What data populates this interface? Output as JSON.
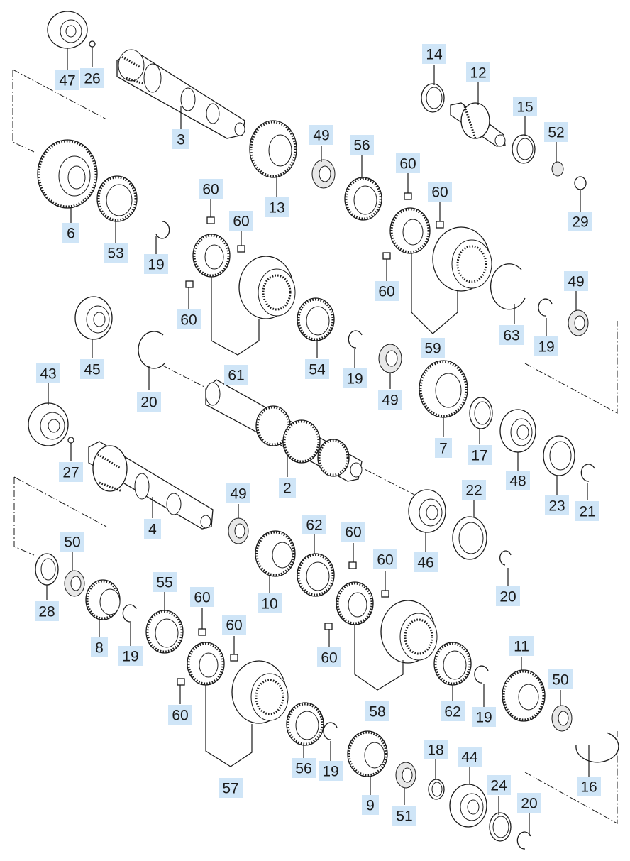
{
  "diagram": {
    "callouts": [
      {
        "id": "c47a",
        "label": "47"
      },
      {
        "id": "c26",
        "label": "26"
      },
      {
        "id": "c3",
        "label": "3"
      },
      {
        "id": "c14",
        "label": "14"
      },
      {
        "id": "c12",
        "label": "12"
      },
      {
        "id": "c15",
        "label": "15"
      },
      {
        "id": "c52",
        "label": "52"
      },
      {
        "id": "c29",
        "label": "29"
      },
      {
        "id": "c13",
        "label": "13"
      },
      {
        "id": "c49a",
        "label": "49"
      },
      {
        "id": "c56a",
        "label": "56"
      },
      {
        "id": "c60a",
        "label": "60"
      },
      {
        "id": "c60b",
        "label": "60"
      },
      {
        "id": "c6",
        "label": "6"
      },
      {
        "id": "c53",
        "label": "53"
      },
      {
        "id": "c19a",
        "label": "19"
      },
      {
        "id": "c60c",
        "label": "60"
      },
      {
        "id": "c60d",
        "label": "60"
      },
      {
        "id": "c60e",
        "label": "60"
      },
      {
        "id": "c60f",
        "label": "60"
      },
      {
        "id": "c49b",
        "label": "49"
      },
      {
        "id": "c63",
        "label": "63"
      },
      {
        "id": "c19b",
        "label": "19"
      },
      {
        "id": "c59",
        "label": "59"
      },
      {
        "id": "c45",
        "label": "45"
      },
      {
        "id": "c54",
        "label": "54"
      },
      {
        "id": "c19c",
        "label": "19"
      },
      {
        "id": "c61",
        "label": "61"
      },
      {
        "id": "c20a",
        "label": "20"
      },
      {
        "id": "c49c",
        "label": "49"
      },
      {
        "id": "c43",
        "label": "43"
      },
      {
        "id": "c7",
        "label": "7"
      },
      {
        "id": "c17",
        "label": "17"
      },
      {
        "id": "c48",
        "label": "48"
      },
      {
        "id": "c23",
        "label": "23"
      },
      {
        "id": "c21",
        "label": "21"
      },
      {
        "id": "c27",
        "label": "27"
      },
      {
        "id": "c2",
        "label": "2"
      },
      {
        "id": "c22",
        "label": "22"
      },
      {
        "id": "c4",
        "label": "4"
      },
      {
        "id": "c49d",
        "label": "49"
      },
      {
        "id": "c62a",
        "label": "62"
      },
      {
        "id": "c60g",
        "label": "60"
      },
      {
        "id": "c46",
        "label": "46"
      },
      {
        "id": "c50a",
        "label": "50"
      },
      {
        "id": "c60h",
        "label": "60"
      },
      {
        "id": "c10",
        "label": "10"
      },
      {
        "id": "c20b",
        "label": "20"
      },
      {
        "id": "c28",
        "label": "28"
      },
      {
        "id": "c55",
        "label": "55"
      },
      {
        "id": "c60i",
        "label": "60"
      },
      {
        "id": "c8",
        "label": "8"
      },
      {
        "id": "c19d",
        "label": "19"
      },
      {
        "id": "c60j",
        "label": "60"
      },
      {
        "id": "c60k",
        "label": "60"
      },
      {
        "id": "c11",
        "label": "11"
      },
      {
        "id": "c50b",
        "label": "50"
      },
      {
        "id": "c60l",
        "label": "60"
      },
      {
        "id": "c58",
        "label": "58"
      },
      {
        "id": "c62b",
        "label": "62"
      },
      {
        "id": "c19e",
        "label": "19"
      },
      {
        "id": "c18",
        "label": "18"
      },
      {
        "id": "c44",
        "label": "44"
      },
      {
        "id": "c56b",
        "label": "56"
      },
      {
        "id": "c19f",
        "label": "19"
      },
      {
        "id": "c16",
        "label": "16"
      },
      {
        "id": "c57",
        "label": "57"
      },
      {
        "id": "c9",
        "label": "9"
      },
      {
        "id": "c51",
        "label": "51"
      },
      {
        "id": "c24",
        "label": "24"
      },
      {
        "id": "c20c",
        "label": "20"
      }
    ]
  }
}
